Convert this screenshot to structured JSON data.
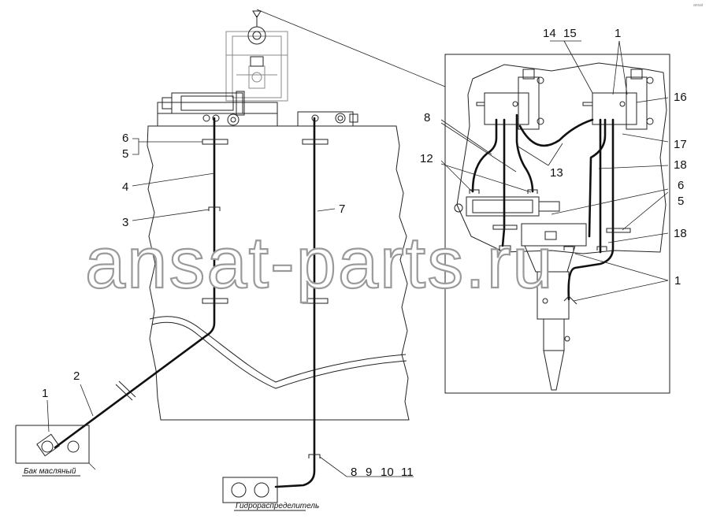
{
  "diagram": {
    "captions": {
      "tank": "Бак масляный",
      "distributor": "Гидрораспределитель"
    },
    "callouts": {
      "c1_left": "1",
      "c2": "2",
      "c3": "3",
      "c4": "4",
      "c5_left": "5",
      "c6_left": "6",
      "c7": "7",
      "c8_bottom": "8",
      "c9": "9",
      "c10": "10",
      "c11": "11",
      "c8_inset": "8",
      "c12": "12",
      "c13": "13",
      "c14": "14",
      "c15": "15",
      "c1_inset_top": "1",
      "c16": "16",
      "c17": "17",
      "c18_upper": "18",
      "c18_lower": "18",
      "c6_inset": "6",
      "c5_inset": "5",
      "c1_inset_bottom": "1"
    },
    "watermark": "ansat-parts.ru",
    "corner_mark": "ansat"
  }
}
